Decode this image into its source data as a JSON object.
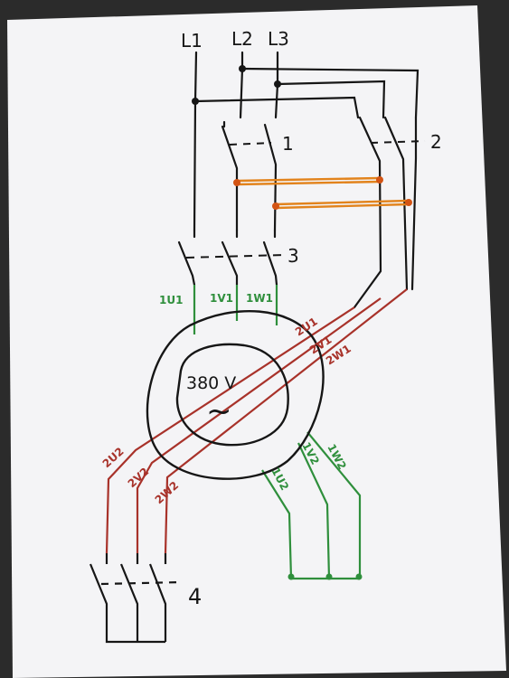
{
  "supply": {
    "l1": "L1",
    "l2": "L2",
    "l3": "L3"
  },
  "contactors": {
    "k1": "1",
    "k2": "2",
    "k3": "3",
    "k4": "4"
  },
  "motor": {
    "voltage": "380 V",
    "ac_symbol": "~"
  },
  "terminals": {
    "u1_1": "1U1",
    "v1_1": "1V1",
    "w1_1": "1W1",
    "u2_1": "1U2",
    "v2_1": "1V2",
    "w2_1": "1W2",
    "u1_2": "2U1",
    "v1_2": "2V1",
    "w1_2": "2W1",
    "u2_2": "2U2",
    "v2_2": "2V2",
    "w2_2": "2W2"
  },
  "colors": {
    "paper": "#f4f4f6",
    "background": "#2b2b2b",
    "ink_black": "#161616",
    "green": "#2f8f3c",
    "red": "#a8322a",
    "orange": "#e2831c",
    "orange_dot": "#d35414"
  }
}
